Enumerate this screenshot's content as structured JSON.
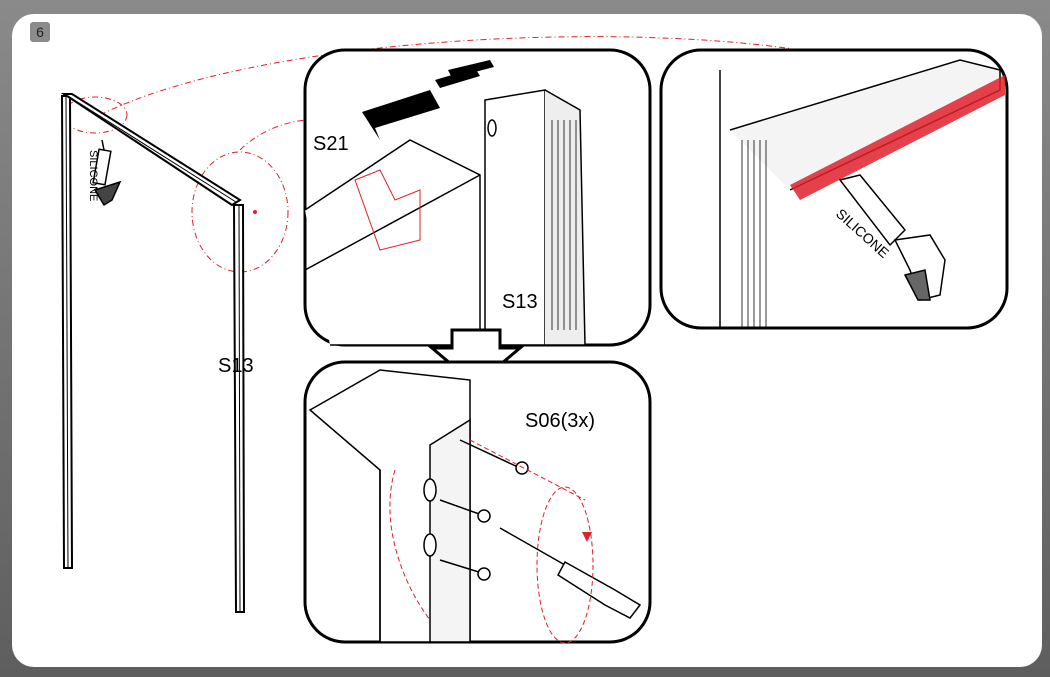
{
  "step_number": "6",
  "labels": {
    "overview_profile": "S13",
    "top_left_part": "S21",
    "top_left_profile": "S13",
    "bottom_screws": "S06(3x)",
    "silicone_small": "SILICONE",
    "silicone_large": "SILICONE"
  },
  "colors": {
    "line": "#000000",
    "accent_red": "#e0202a",
    "background": "#ffffff",
    "frame": "#6f6f6f"
  }
}
